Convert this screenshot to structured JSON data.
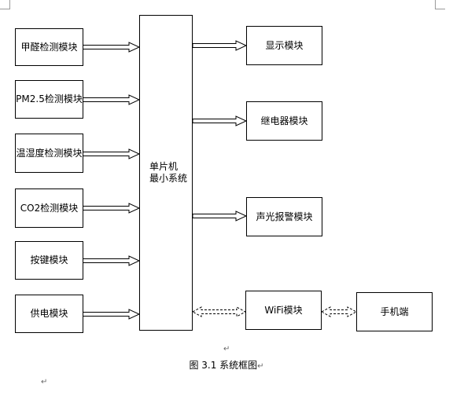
{
  "diagram": {
    "input_modules": [
      "甲醛检测模块",
      "PM2.5检测模块",
      "温湿度检测模块",
      "CO2检测模块",
      "按键模块",
      "供电模块"
    ],
    "mcu": {
      "line1": "单片机",
      "line2": "最小系统"
    },
    "output_modules": [
      "显示模块",
      "继电器模块",
      "声光报警模块"
    ],
    "wifi_module": "WiFi模块",
    "phone": "手机端"
  },
  "caption": "图 3.1 系统框图",
  "marks": {
    "return_mark": "↵"
  }
}
